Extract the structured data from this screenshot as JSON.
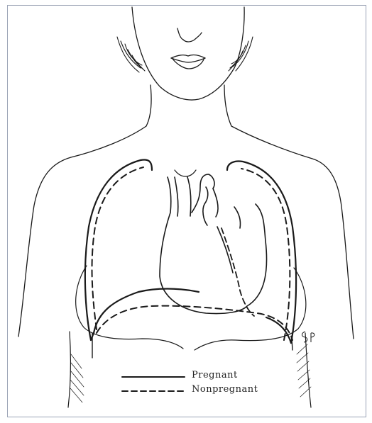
{
  "figure": {
    "legend": [
      {
        "label": "Pregnant",
        "line_style": "solid"
      },
      {
        "label": "Nonpregnant",
        "line_style": "dashed"
      }
    ],
    "signature": "SP",
    "ink_color": "#1a1a1a"
  }
}
